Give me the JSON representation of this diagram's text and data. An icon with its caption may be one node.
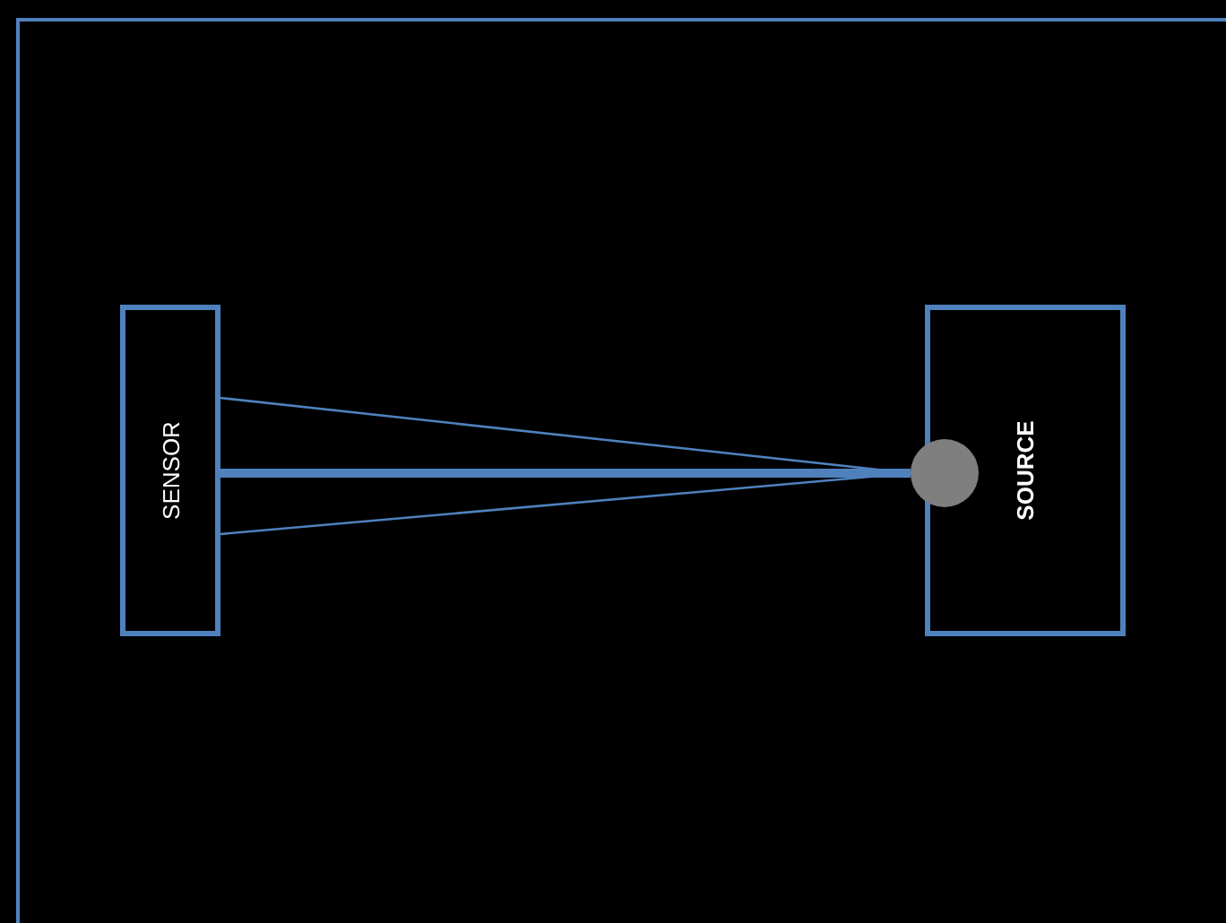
{
  "diagram": {
    "nodes": [
      {
        "text": [
          "SENSOR"
        ]
      },
      {
        "text": [
          "SOURCE"
        ]
      },
      {
        "text": [],
        "shape": "circle"
      }
    ],
    "edges": [
      {
        "from": 2,
        "to": 0,
        "arrow": "none"
      },
      {
        "from": 2,
        "to": 0,
        "arrow": "none",
        "style": "thick"
      },
      {
        "from": 2,
        "to": 0,
        "arrow": "none"
      }
    ]
  }
}
